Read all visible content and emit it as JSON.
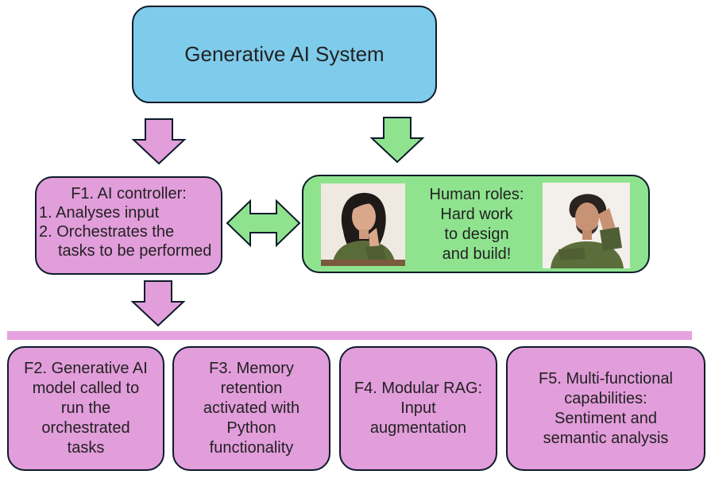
{
  "system": {
    "label": "Generative AI System"
  },
  "controller": {
    "title": "F1. AI controller:",
    "items": [
      "1. Analyses input",
      "2. Orchestrates the",
      "tasks to be performed"
    ]
  },
  "human": {
    "label": "Human roles:\nHard work\nto design\nand build!"
  },
  "functions": [
    {
      "label": "F2. Generative AI\nmodel called to\nrun the\norchestrated\ntasks"
    },
    {
      "label": "F3. Memory\nretention\nactivated with\nPython\nfunctionality"
    },
    {
      "label": "F4. Modular RAG:\nInput\naugmentation"
    },
    {
      "label": "F5. Multi-functional\ncapabilities:\nSentiment and\nsemantic analysis"
    }
  ],
  "colors": {
    "blue": "#7fcbeb",
    "pink": "#e29ddb",
    "green": "#8fe38f",
    "border": "#0d1b2a"
  }
}
